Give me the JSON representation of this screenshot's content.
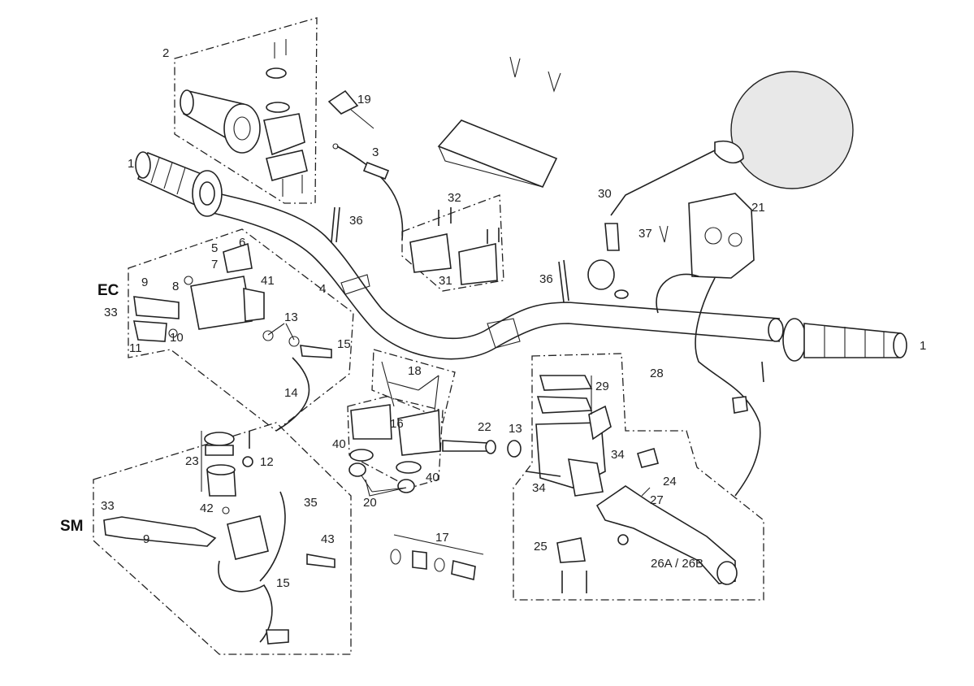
{
  "callouts": {
    "c1a": "1",
    "c1b": "1",
    "c2": "2",
    "c3": "3",
    "c4": "4",
    "c5": "5",
    "c6": "6",
    "c7": "7",
    "c8": "8",
    "c9a": "9",
    "c9b": "9",
    "c10": "10",
    "c11": "11",
    "c12": "12",
    "c13a": "13",
    "c13b": "13",
    "c14": "14",
    "c15a": "15",
    "c15b": "15",
    "c16": "16",
    "c17": "17",
    "c18": "18",
    "c19": "19",
    "c20": "20",
    "c21": "21",
    "c22": "22",
    "c23": "23",
    "c24": "24",
    "c25": "25",
    "c26": "26A / 26B",
    "c27": "27",
    "c28": "28",
    "c29": "29",
    "c30": "30",
    "c31": "31",
    "c32": "32",
    "c33a": "33",
    "c33b": "33",
    "c34a": "34",
    "c34b": "34",
    "c35": "35",
    "c36a": "36",
    "c36b": "36",
    "c37": "37",
    "c40a": "40",
    "c40b": "40",
    "c41": "41",
    "c42": "42",
    "c43": "43"
  },
  "groups": {
    "ec": "EC",
    "sm": "SM"
  }
}
